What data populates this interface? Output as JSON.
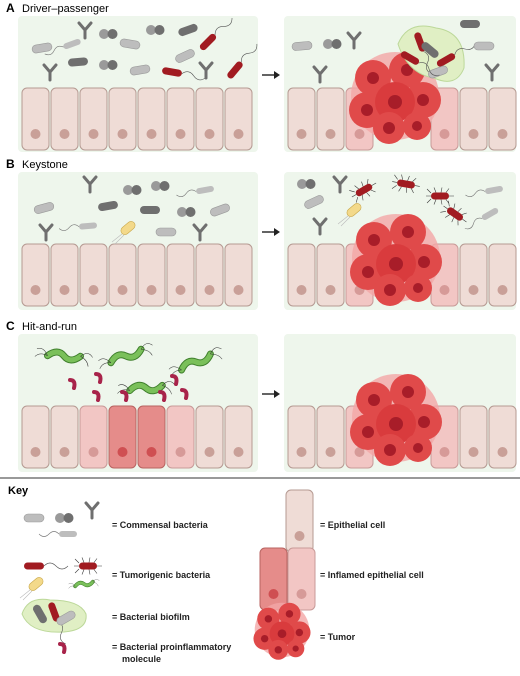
{
  "panels": [
    {
      "letter": "A",
      "title": "Driver–passenger"
    },
    {
      "letter": "B",
      "title": "Keystone"
    },
    {
      "letter": "C",
      "title": "Hit-and-run"
    }
  ],
  "key": {
    "title": "Key",
    "items": [
      {
        "label": "= Commensal bacteria"
      },
      {
        "label": "= Tumorigenic bacteria"
      },
      {
        "label": "= Bacterial biofilm"
      },
      {
        "label": "= Bacterial proinflammatory"
      },
      {
        "label": "molecule"
      },
      {
        "label": "= Epithelial cell"
      },
      {
        "label": "= Inflamed epithelial cell"
      },
      {
        "label": "= Tumor"
      }
    ]
  },
  "colors": {
    "lumen": "#eef6ec",
    "epithelial": "#efdcd6",
    "epithelial_border": "#b59a92",
    "nucleus": "#c9a098",
    "inflamed": "#e58c8a",
    "inflamed_light": "#f2c6c4",
    "tumor": "#e04a4a",
    "tumor_dark": "#b31f2a",
    "commensal": "#bdbdbd",
    "commensal_dark": "#6f6f6f",
    "tumorigenic": "#a11b21",
    "yellow": "#f3d98a",
    "green": "#6ab04c",
    "biofilm": "#e0efc4",
    "molecule": "#a8234a",
    "arrow": "#222222"
  }
}
